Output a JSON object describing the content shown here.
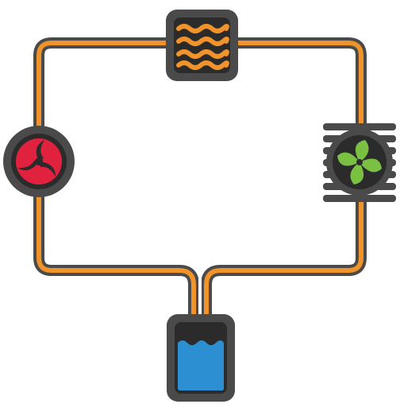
{
  "diagram": {
    "description_visible_text": [],
    "components": [
      {
        "id": "radiator",
        "icon": "wavy-radiator-icon"
      },
      {
        "id": "pump",
        "icon": "tri-blade-pump-icon"
      },
      {
        "id": "fan",
        "icon": "fan-icon"
      },
      {
        "id": "reservoir",
        "icon": "coolant-reservoir-icon"
      }
    ],
    "tubing": {
      "style": "double-line loop"
    }
  },
  "colors": {
    "outline": "#4a4a4a",
    "tube": "#f0932b",
    "dark": "#2b2b2b",
    "radiator_fill": "#f0932b",
    "pump": "#e0223f",
    "fan": "#7ac143",
    "coolant": "#2b8fd1"
  }
}
